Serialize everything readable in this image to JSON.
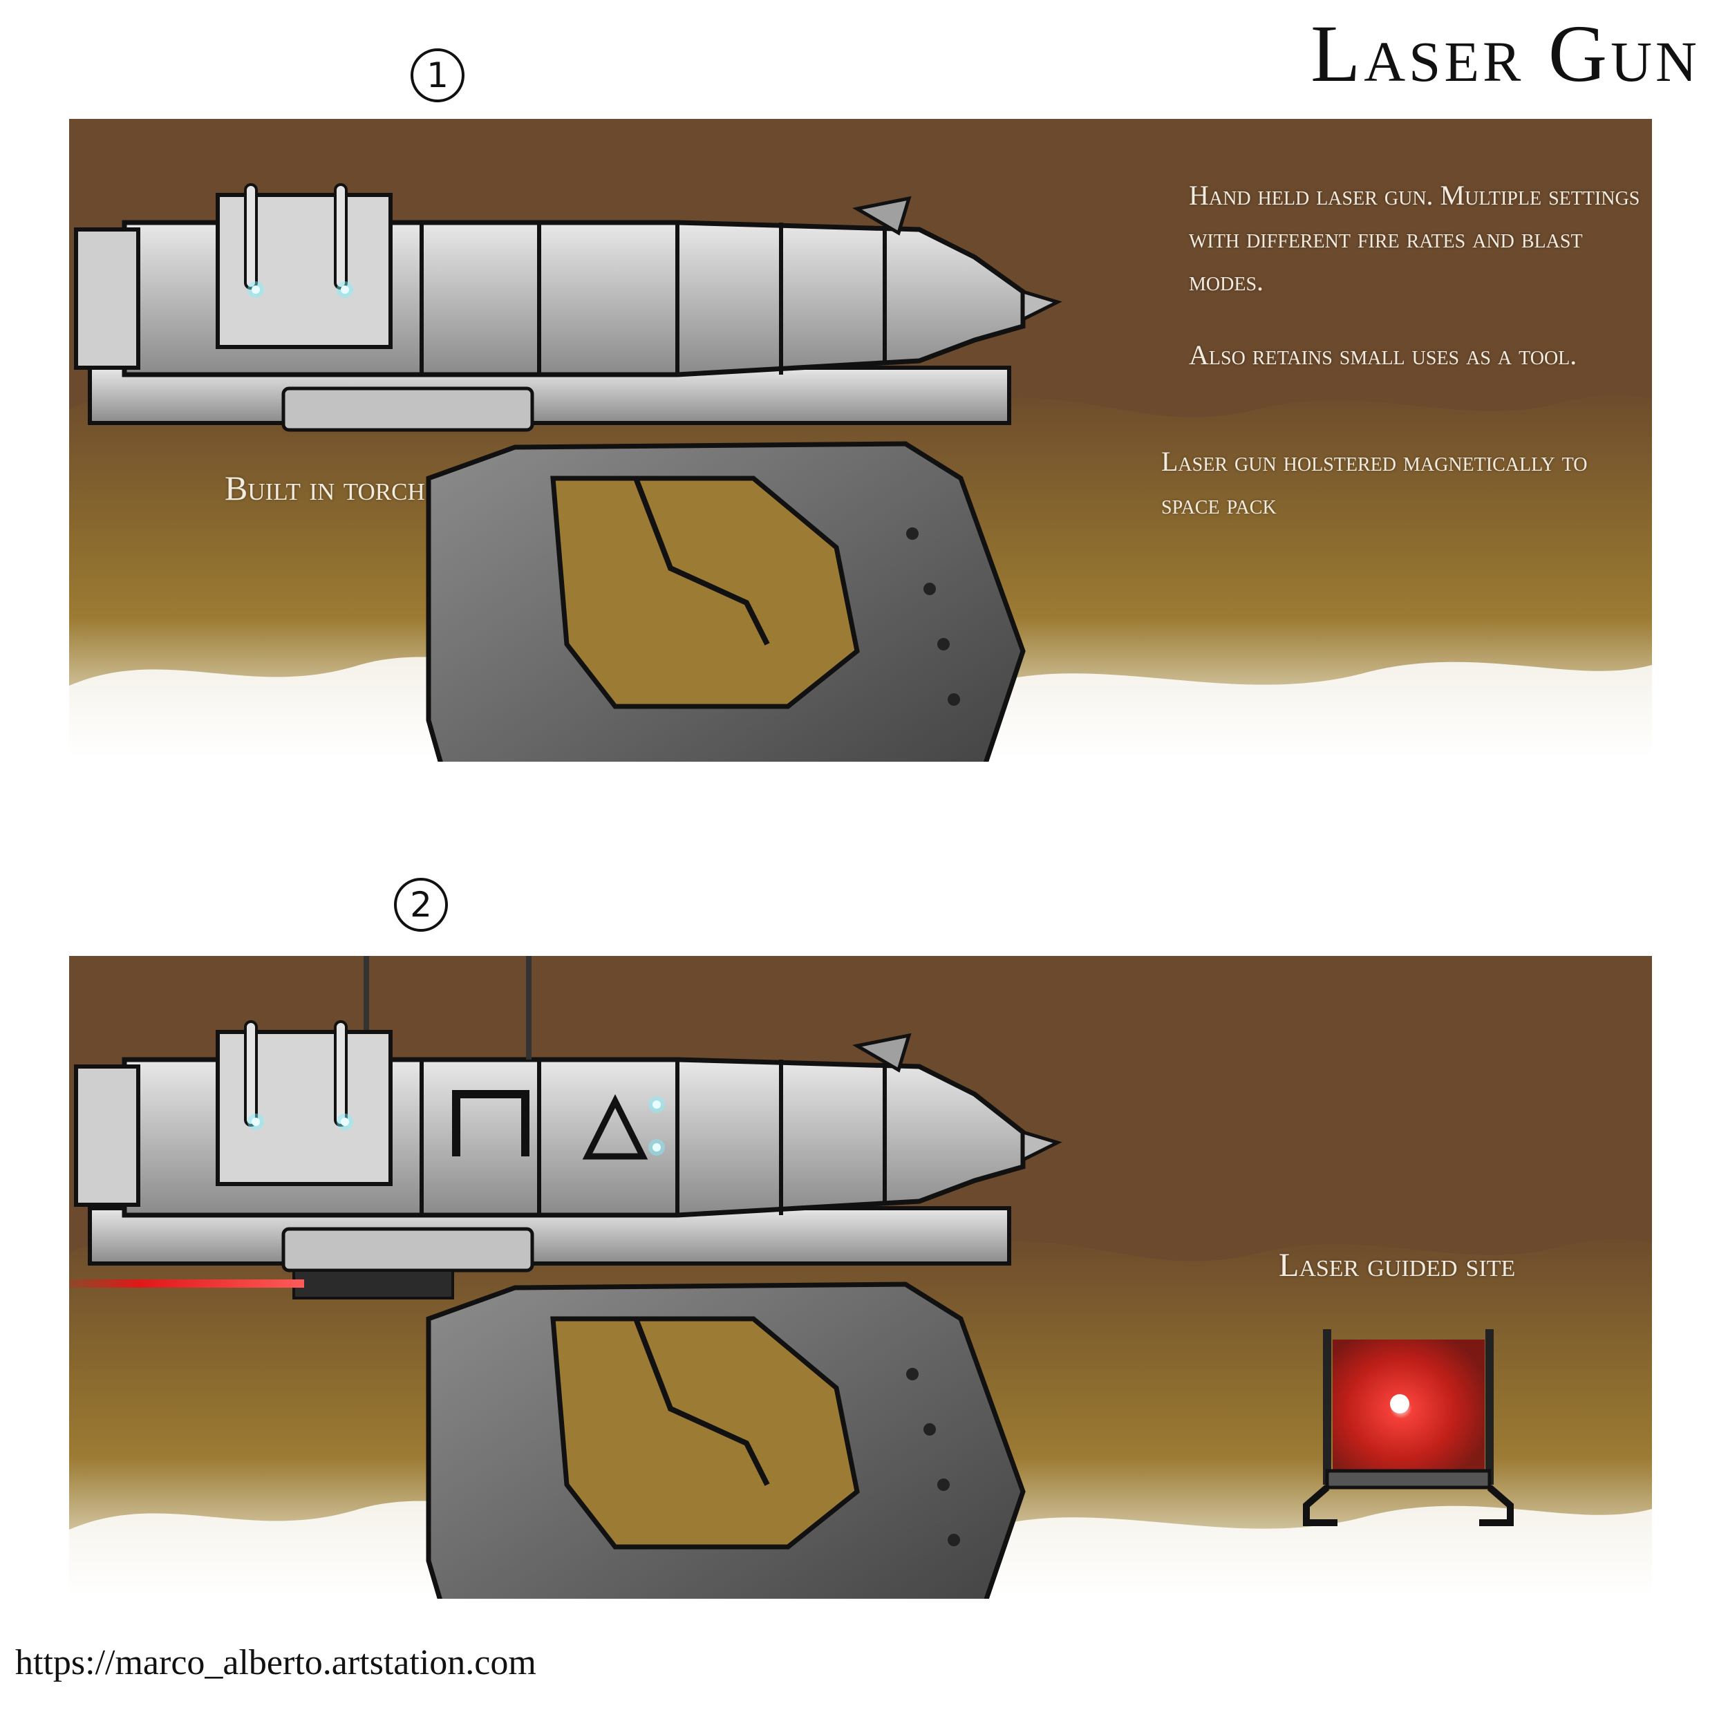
{
  "title": "Laser Gun",
  "panel1": {
    "number": "1",
    "description_1": "Hand held laser gun. Multiple settings with different fire rates and blast modes.",
    "description_2": "Also retains small uses as a tool.",
    "torch_label": "Built in torch",
    "holster_label": "Laser gun holstered magnetically to space pack"
  },
  "panel2": {
    "number": "2",
    "sight_label": "Laser guided site"
  },
  "credit_url": "https://marco_alberto.artstation.com",
  "colors": {
    "panel_brown": "#6b4a2d",
    "smoke_gold": "#9c7b34",
    "metal_silver": "#c9c9c9",
    "grip_gray": "#5b5b5b",
    "light_cyan": "#7cf4ff",
    "laser_red": "#e01818"
  }
}
